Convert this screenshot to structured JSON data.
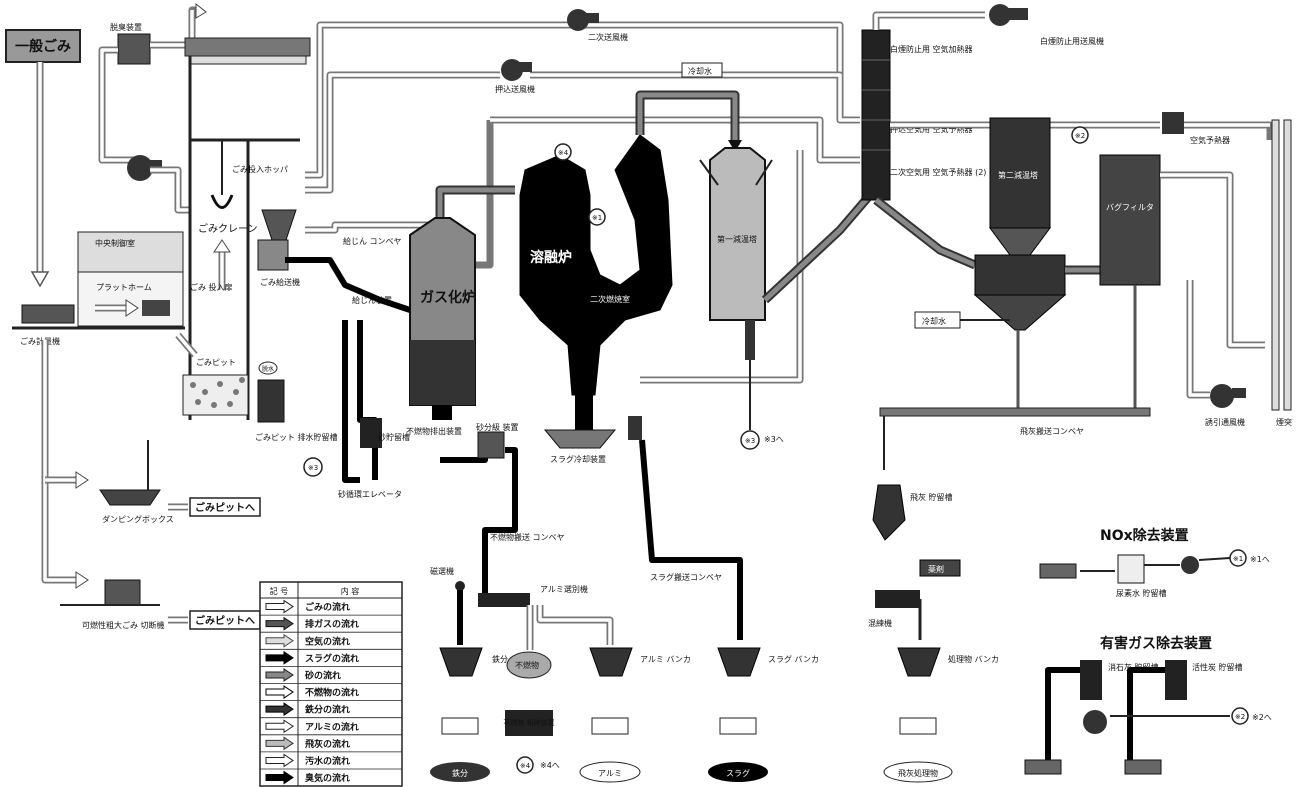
{
  "labels": {
    "general_waste": "一般ごみ",
    "deodorizer": "脱臭装置",
    "secondary_fan": "二次送風機",
    "push_fan": "押込送風機",
    "white_smoke_fan": "白煙防止用送風機",
    "white_smoke_heater": "白煙防止用 空気加熱器",
    "push_air_preheater": "押込空気用 空気予熱器",
    "secondary_air_preheater": "二次空気用 空気予熱器 (2)",
    "air_heater": "空気予熱器",
    "cooling_water_top": "冷却水",
    "cooling_water_right": "冷却水",
    "hopper": "ごみ投入ホッパ",
    "crane": "ごみクレーン",
    "feeder": "ごみ給送機",
    "central_control": "中央制御室",
    "platform": "プラットホーム",
    "scale": "ごみ計量機",
    "door": "ごみ 投入扉",
    "pit": "ごみピット",
    "pit_pump": "ごみピット 排水貯留槽",
    "dust_conveyor": "給じん コンベヤ",
    "dust_device": "給じん装置",
    "gasifier": "ガス化炉",
    "melter": "溶融炉",
    "secondary_chamber": "二次燃焼室",
    "primary_dust": "第一減温塔",
    "secondary_dust": "第二減温塔",
    "bag_filter": "バグフィルタ",
    "induced_fan": "誘引通風機",
    "stack": "煙突",
    "sand_storage": "砂貯留槽",
    "incombustible_discharge": "不燃物排出装置",
    "sand_separator": "砂分級 装置",
    "slag_cooling": "スラグ冷却装置",
    "sand_elevator": "砂循環エレベータ",
    "incombustible_conveyor": "不燃物搬送 コンベヤ",
    "slag_conveyor": "スラグ搬送コンベヤ",
    "fly_ash_conveyor": "飛灰搬送コンベヤ",
    "fly_ash_storage": "飛灰 貯留槽",
    "chemical": "薬剤",
    "kneader": "混練機",
    "mix_hopper": "処理物 バンカ",
    "magnet": "磁選機",
    "aluminum_sorter": "アルミ選別機",
    "iron_bunker": "鉄分 バンカ",
    "incombustible_bin": "不燃物",
    "incombustible_crusher": "不燃物 粉砕装置",
    "aluminum_bunker": "アルミ バンカ",
    "slag_bunker": "スラグ バンカ",
    "output_iron": "鉄分",
    "output_aluminum": "アルミ",
    "output_slag": "スラグ",
    "output_fly_ash": "飛灰処理物",
    "dumping_box": "ダンピングボックス",
    "to_pit_1": "ごみピットへ",
    "to_pit_2": "ごみピットへ",
    "bulky_crusher": "可燃性粗大ごみ 切断機",
    "nox_title": "NOx除去装置",
    "nox_tank": "尿素水 貯留槽",
    "harmful_title": "有害ガス除去装置",
    "harm_tank1": "消石灰 貯留槽",
    "harm_tank2": "活性炭 貯留槽",
    "ref1": "※1",
    "ref2": "※2",
    "ref3": "※3",
    "ref4": "※4",
    "ref2_to": "※2へ",
    "ref3_to": "※3へ",
    "ref4_to": "※4へ",
    "ref1_to": "※1へ",
    "pump_label": "脱水"
  },
  "legend": {
    "header_symbol": "記 号",
    "header_content": "内 容",
    "rows": [
      {
        "style": "white",
        "text": "ごみの流れ"
      },
      {
        "style": "gray-dark",
        "text": "排ガスの流れ"
      },
      {
        "style": "gray-light",
        "text": "空気の流れ"
      },
      {
        "style": "black",
        "text": "スラグの流れ"
      },
      {
        "style": "gray-mid",
        "text": "砂の流れ"
      },
      {
        "style": "white-outline",
        "text": "不燃物の流れ"
      },
      {
        "style": "dark",
        "text": "鉄分の流れ"
      },
      {
        "style": "white",
        "text": "アルミの流れ"
      },
      {
        "style": "light",
        "text": "飛灰の流れ"
      },
      {
        "style": "white",
        "text": "汚水の流れ"
      },
      {
        "style": "black",
        "text": "臭気の流れ"
      }
    ]
  },
  "colors": {
    "black": "#000000",
    "dark_gray": "#333333",
    "mid_gray": "#777777",
    "light_gray": "#bbbbbb",
    "white": "#ffffff"
  }
}
